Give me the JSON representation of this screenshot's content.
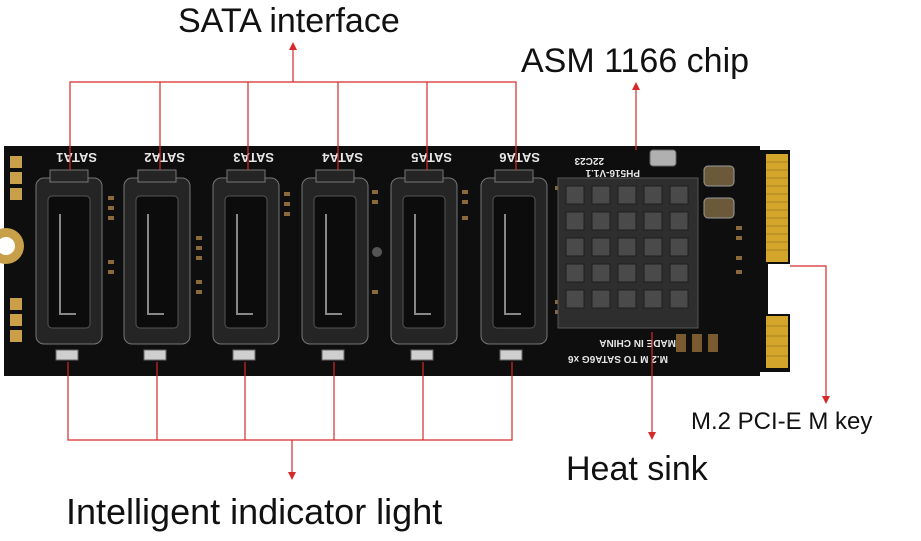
{
  "labels": {
    "sata_interface": "SATA interface",
    "asm_chip": "ASM 1166 chip",
    "mkey": "M.2 PCI-E M key",
    "heat_sink": "Heat sink",
    "indicator": "Intelligent indicator light"
  },
  "board": {
    "port_labels": [
      "SATA1",
      "SATA2",
      "SATA3",
      "SATA4",
      "SATA5",
      "SATA6"
    ],
    "model_text": "PH516-V1.1",
    "date_code": "22C23",
    "made_in": "MADE IN CHINA",
    "product_text": "M.2 M TO SATA6G x6"
  },
  "colors": {
    "pcb": "#101010",
    "arrow": "#d62a2a",
    "gold": "#d4a52b",
    "port_body": "#2a2a2a",
    "heatsink": "#3a3a3a"
  }
}
